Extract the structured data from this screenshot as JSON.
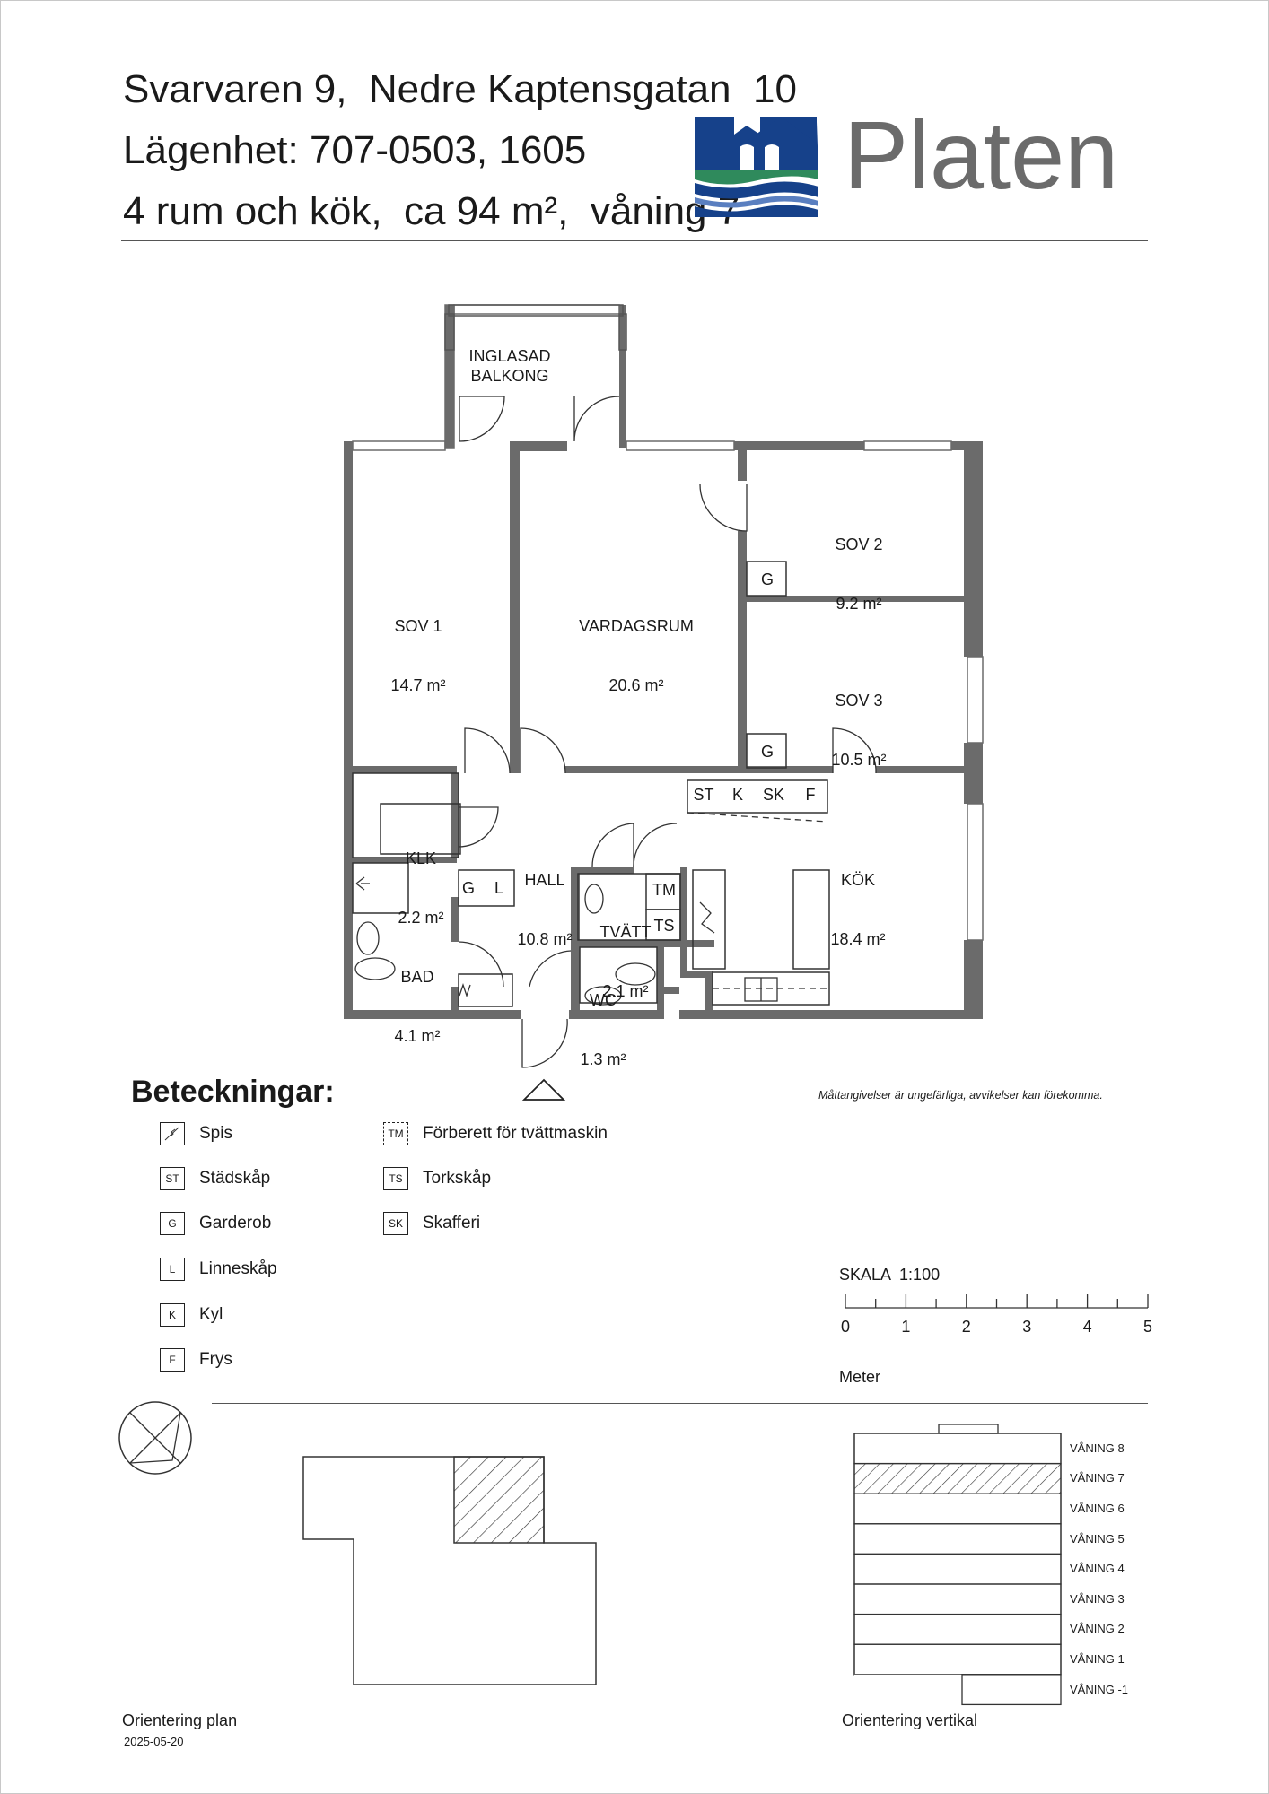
{
  "header": {
    "line1": "Svarvaren 9,  Nedre Kaptensgatan  10",
    "line2": "Lägenhet: 707-0503, 1605",
    "line3": "4 rum och kök,  ca 94 m²,  våning 7"
  },
  "logo": {
    "name": "Platen",
    "colors": {
      "navy": "#16418a",
      "green": "#2f8a5c",
      "text": "#6b6b6b"
    }
  },
  "rooms": {
    "balkong": "INGLASAD\nBALKONG",
    "sov1": {
      "name": "SOV 1",
      "area": "14.7 m²"
    },
    "vardagsrum": {
      "name": "VARDAGSRUM",
      "area": "20.6 m²"
    },
    "sov2": {
      "name": "SOV 2",
      "area": "9.2 m²"
    },
    "sov3": {
      "name": "SOV 3",
      "area": "10.5 m²"
    },
    "klk": {
      "name": "KLK",
      "area": "2.2 m²"
    },
    "hall": {
      "name": "HALL",
      "area": "10.8 m²"
    },
    "kok": {
      "name": "KÖK",
      "area": "18.4 m²"
    },
    "tvatt": {
      "name": "TVÄTT",
      "area": "2.1 m²"
    },
    "bad": {
      "name": "BAD",
      "area": "4.1 m²"
    },
    "wc": {
      "name": "WC",
      "area": "1.3 m²"
    }
  },
  "fixtures": {
    "g": "G",
    "l": "L",
    "st": "ST",
    "k": "K",
    "sk": "SK",
    "f": "F",
    "tm": "TM",
    "ts": "TS"
  },
  "legend": {
    "title": "Beteckningar:",
    "items": [
      {
        "code": "",
        "label": "Spis"
      },
      {
        "code": "ST",
        "label": "Städskåp"
      },
      {
        "code": "G",
        "label": "Garderob"
      },
      {
        "code": "L",
        "label": "Linneskåp"
      },
      {
        "code": "K",
        "label": "Kyl"
      },
      {
        "code": "F",
        "label": "Frys"
      },
      {
        "code": "TM",
        "label": "Förberett för tvättmaskin"
      },
      {
        "code": "TS",
        "label": "Torkskåp"
      },
      {
        "code": "SK",
        "label": "Skafferi"
      }
    ]
  },
  "note": "Måttangivelser är ungefärliga, avvikelser kan förekomma.",
  "scale": {
    "title": "SKALA  1:100",
    "ticks": [
      "0",
      "1",
      "2",
      "3",
      "4",
      "5"
    ],
    "unit": "Meter"
  },
  "orientation": {
    "plan_label": "Orientering plan",
    "vertical_label": "Orientering vertikal",
    "date": "2025-05-20",
    "current_floor": "VÅNING 7",
    "floors": [
      "VÅNING 8",
      "VÅNING 7",
      "VÅNING 6",
      "VÅNING 5",
      "VÅNING 4",
      "VÅNING 3",
      "VÅNING 2",
      "VÅNING 1",
      "VÅNING -1"
    ]
  }
}
